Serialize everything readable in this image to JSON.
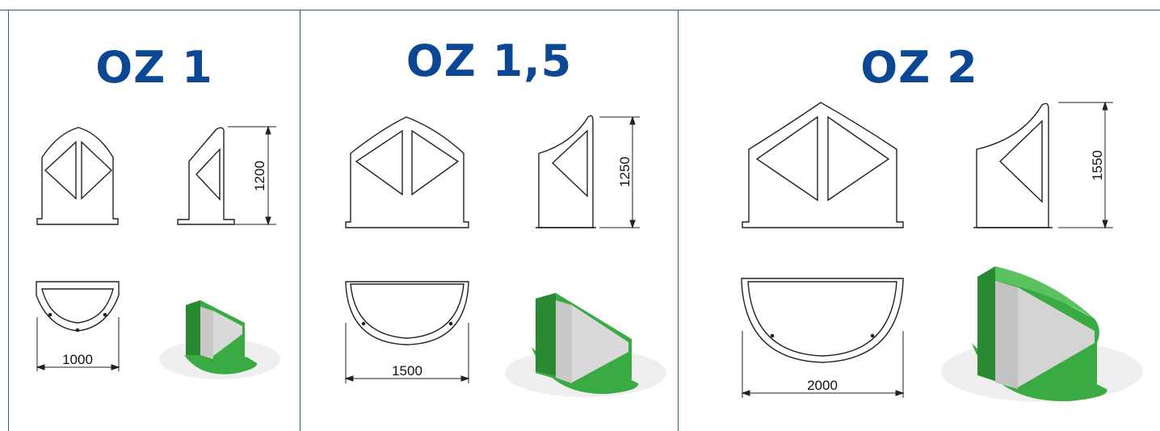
{
  "colors": {
    "title": "#0b4792",
    "frame": "#2f5f8a",
    "green": "#3aaa43",
    "green_dark": "#2a8a34",
    "panel_grey": "#d0d0d0"
  },
  "panels": [
    {
      "title": "OZ 1",
      "height_label": "1200",
      "width_label": "1000"
    },
    {
      "title": "OZ 1,5",
      "height_label": "1250",
      "width_label": "1500"
    },
    {
      "title": "OZ 2",
      "height_label": "1550",
      "width_label": "2000"
    }
  ]
}
